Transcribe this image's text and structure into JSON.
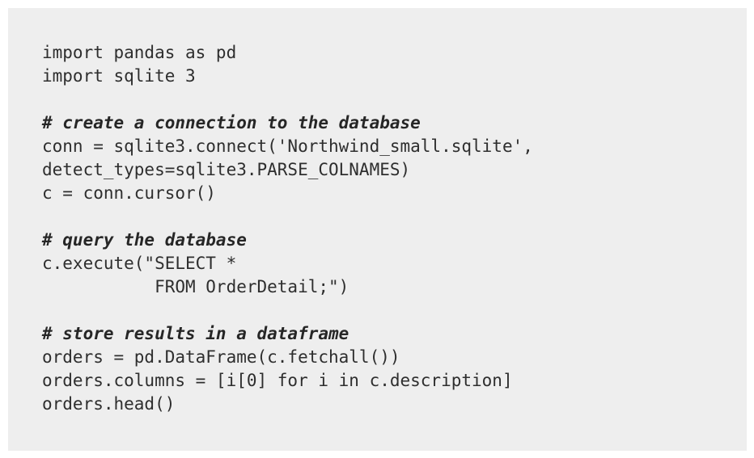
{
  "code": {
    "lines": [
      {
        "text": "import pandas as pd",
        "kind": "code"
      },
      {
        "text": "import sqlite 3",
        "kind": "code"
      },
      {
        "text": "",
        "kind": "blank"
      },
      {
        "text": "# create a connection to the database",
        "kind": "comment"
      },
      {
        "text": "conn = sqlite3.connect('Northwind_small.sqlite',",
        "kind": "code"
      },
      {
        "text": "detect_types=sqlite3.PARSE_COLNAMES)",
        "kind": "code"
      },
      {
        "text": "c = conn.cursor()",
        "kind": "code"
      },
      {
        "text": "",
        "kind": "blank"
      },
      {
        "text": "# query the database",
        "kind": "comment"
      },
      {
        "text": "c.execute(\"SELECT *",
        "kind": "code"
      },
      {
        "text": "           FROM OrderDetail;\")",
        "kind": "code"
      },
      {
        "text": "",
        "kind": "blank"
      },
      {
        "text": "# store results in a dataframe",
        "kind": "comment"
      },
      {
        "text": "orders = pd.DataFrame(c.fetchall())",
        "kind": "code"
      },
      {
        "text": "orders.columns = [i[0] for i in c.description]",
        "kind": "code"
      },
      {
        "text": "orders.head()",
        "kind": "code"
      }
    ]
  }
}
